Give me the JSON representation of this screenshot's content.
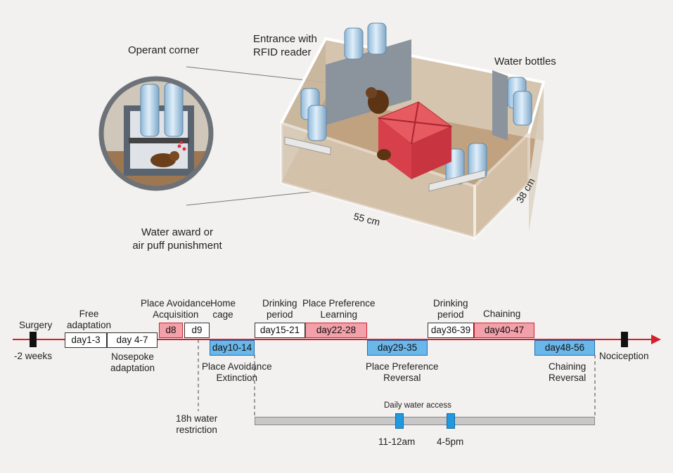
{
  "colors": {
    "red_phase": "#f2a0aa",
    "red_border": "#d4202e",
    "blue_phase": "#6ab7ea",
    "blue_border": "#1f6fb2",
    "timeline_red": "#d4202e",
    "access_bar": "#c8c8c8",
    "access_mark": "#1f9ae0",
    "background": "#f3f1ef"
  },
  "cage": {
    "operant_corner": "Operant corner",
    "entrance": [
      "Entrance with",
      "RFID reader"
    ],
    "water_bottles": "Water bottles",
    "reward": [
      "Water award or",
      "air puff punishment"
    ],
    "width_dim": "55 cm",
    "depth_dim": "38 cm"
  },
  "timeline": {
    "surgery": "Surgery",
    "surgery_time": "-2 weeks",
    "nociception": "Nociception",
    "free_adaptation": [
      "Free",
      "adaptation"
    ],
    "nosepoke_adaptation": [
      "Nosepoke",
      "adaptation"
    ],
    "pa_acquisition": [
      "Place Avoidance",
      "Acquisition"
    ],
    "home_cage": [
      "Home",
      "cage"
    ],
    "drinking_period_1": [
      "Drinking",
      "period"
    ],
    "pp_learning": [
      "Place Preference",
      "Learning"
    ],
    "drinking_period_2": [
      "Drinking",
      "period"
    ],
    "chaining": "Chaining",
    "pa_extinction": [
      "Place Avoidance",
      "Extinction"
    ],
    "pp_reversal": [
      "Place Preference",
      "Reversal"
    ],
    "chaining_reversal": [
      "Chaining",
      "Reversal"
    ],
    "water_restriction": [
      "18h water",
      "restriction"
    ],
    "boxes": {
      "day1_3": "day1-3",
      "day4_7": "day 4-7",
      "d8": "d8",
      "d9": "d9",
      "day10_14": "day10-14",
      "day15_21": "day15-21",
      "day22_28": "day22-28",
      "day29_35": "day29-35",
      "day36_39": "day36-39",
      "day40_47": "day40-47",
      "day48_56": "day48-56"
    },
    "daily_water": "Daily water access",
    "access_time_1": "11-12am",
    "access_time_2": "4-5pm"
  }
}
